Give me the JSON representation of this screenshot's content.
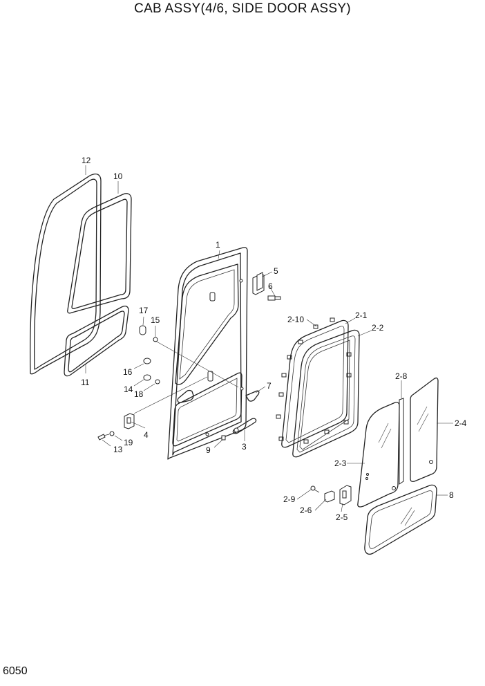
{
  "title": "CAB ASSY(4/6, SIDE DOOR ASSY)",
  "page_number": "6050",
  "callouts": {
    "c1": "1",
    "c2_1": "2-1",
    "c2_2": "2-2",
    "c2_3": "2-3",
    "c2_4": "2-4",
    "c2_5": "2-5",
    "c2_6": "2-6",
    "c2_8": "2-8",
    "c2_9": "2-9",
    "c2_10": "2-10",
    "c3": "3",
    "c4": "4",
    "c5": "5",
    "c6": "6",
    "c7": "7",
    "c8": "8",
    "c9": "9",
    "c10": "10",
    "c11": "11",
    "c12": "12",
    "c13": "13",
    "c14": "14",
    "c15": "15",
    "c16": "16",
    "c17": "17",
    "c18": "18",
    "c19": "19"
  }
}
